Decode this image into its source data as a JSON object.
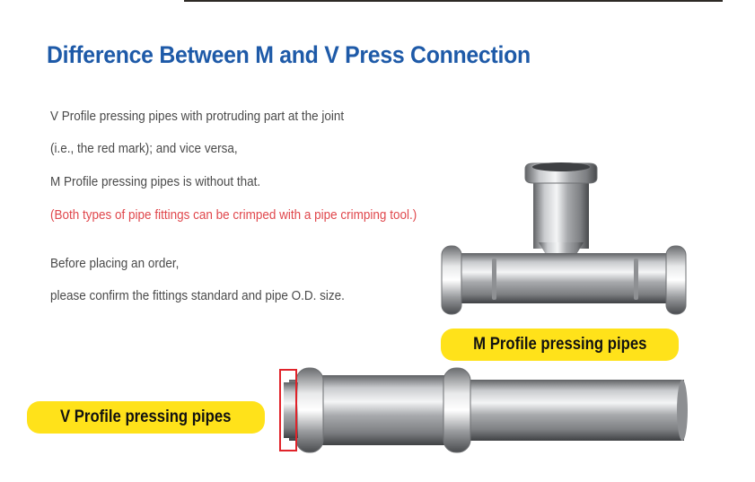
{
  "title": "Difference Between M and V Press Connection",
  "description": {
    "line1": "V Profile pressing pipes with protruding part at the joint",
    "line2": " (i.e., the red mark); and vice versa,",
    "line3": "M Profile pressing pipes is without that.",
    "note": "(Both types of pipe fittings can be crimped with a pipe crimping tool.)"
  },
  "order_note": {
    "line1": "Before placing an order,",
    "line2": "please confirm the fittings standard and pipe O.D. size."
  },
  "labels": {
    "m_profile": "M Profile pressing pipes",
    "v_profile": "V Profile pressing pipes"
  },
  "colors": {
    "title": "#1e5aa8",
    "note": "#e0474c",
    "label_bg": "#ffe21a",
    "marker": "#e0232a"
  }
}
